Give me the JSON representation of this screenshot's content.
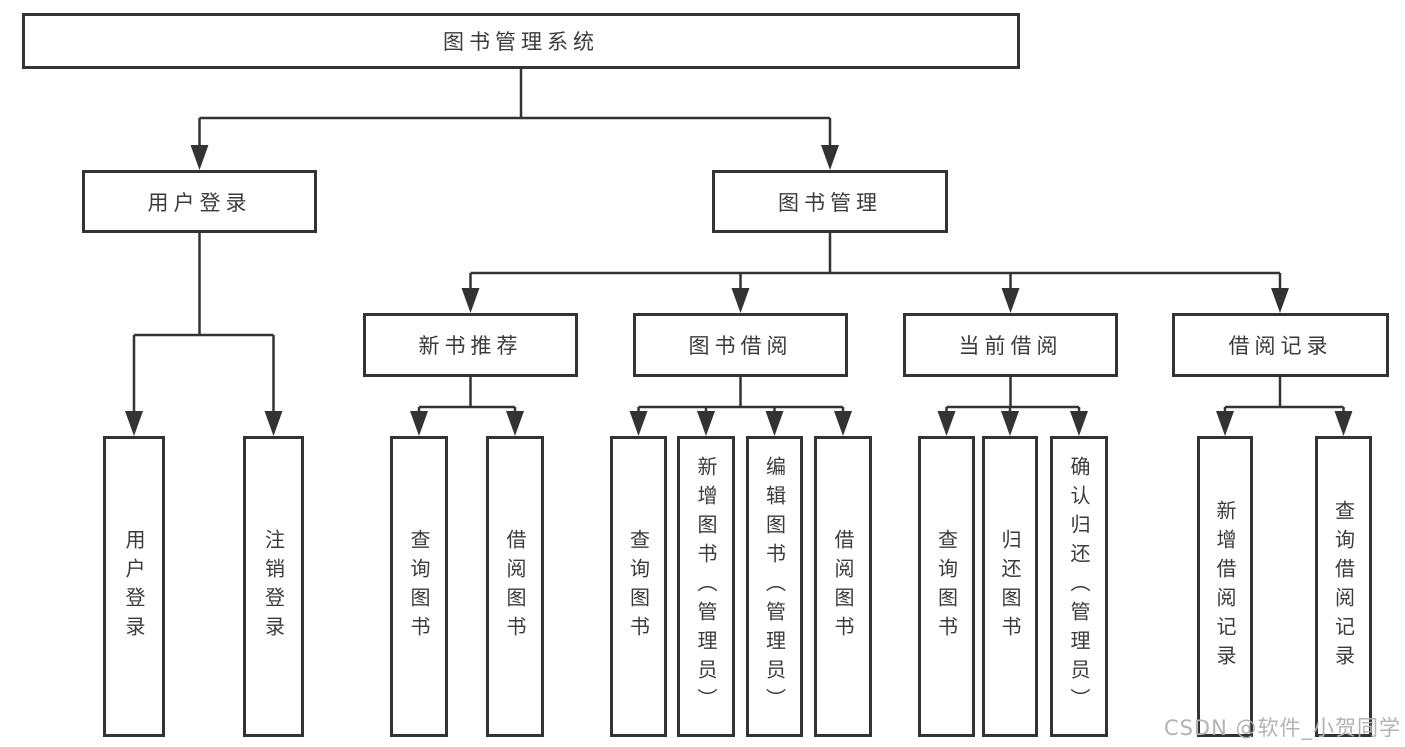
{
  "diagram": {
    "root": {
      "label": "图书管理系统"
    },
    "level2": [
      {
        "id": "user-login",
        "label": "用户登录"
      },
      {
        "id": "book-mgmt",
        "label": "图书管理"
      }
    ],
    "level3": [
      {
        "id": "new-books",
        "label": "新书推荐",
        "parent": "book-mgmt"
      },
      {
        "id": "book-borrow",
        "label": "图书借阅",
        "parent": "book-mgmt"
      },
      {
        "id": "current-borrow",
        "label": "当前借阅",
        "parent": "book-mgmt"
      },
      {
        "id": "borrow-records",
        "label": "借阅记录",
        "parent": "book-mgmt"
      }
    ],
    "leaves": [
      {
        "id": "leaf-user-login",
        "label": "用户登录",
        "parent": "user-login"
      },
      {
        "id": "leaf-logout",
        "label": "注销登录",
        "parent": "user-login"
      },
      {
        "id": "leaf-nb-query-books",
        "label": "查询图书",
        "parent": "new-books"
      },
      {
        "id": "leaf-nb-borrow-books",
        "label": "借阅图书",
        "parent": "new-books"
      },
      {
        "id": "leaf-bb-query-books",
        "label": "查询图书",
        "parent": "book-borrow"
      },
      {
        "id": "leaf-bb-add-books",
        "label": "新增图书（管理员）",
        "parent": "book-borrow"
      },
      {
        "id": "leaf-bb-edit-books",
        "label": "编辑图书（管理员）",
        "parent": "book-borrow"
      },
      {
        "id": "leaf-bb-borrow-books",
        "label": "借阅图书",
        "parent": "book-borrow"
      },
      {
        "id": "leaf-cb-query-books",
        "label": "查询图书",
        "parent": "current-borrow"
      },
      {
        "id": "leaf-cb-return-books",
        "label": "归还图书",
        "parent": "current-borrow"
      },
      {
        "id": "leaf-cb-confirm-return",
        "label": "确认归还（管理员）",
        "parent": "current-borrow"
      },
      {
        "id": "leaf-br-add-record",
        "label": "新增借阅记录",
        "parent": "borrow-records"
      },
      {
        "id": "leaf-br-query-record",
        "label": "查询借阅记录",
        "parent": "borrow-records"
      }
    ]
  },
  "watermark": {
    "text": "CSDN @软件_小贺同学"
  },
  "colors": {
    "line": "#333333",
    "box_border": "#333333",
    "box_fill": "#ffffff",
    "text": "#3b3b3b",
    "watermark": "#b3b3b3",
    "background": "#ffffff"
  }
}
